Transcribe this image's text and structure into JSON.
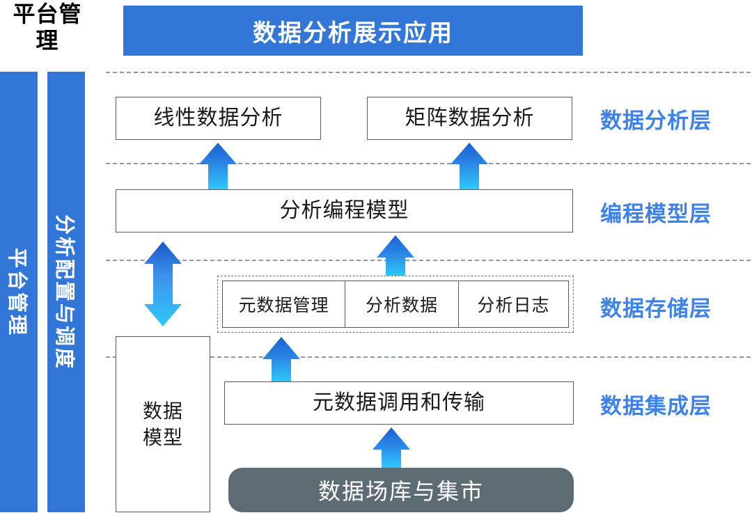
{
  "diagram": {
    "corner_title": "平台管理",
    "banner": {
      "label": "数据分析展示应用"
    },
    "rails": [
      {
        "label": "平台管理"
      },
      {
        "label": "分析配置与调度"
      }
    ],
    "layer_labels": [
      {
        "label": "数据分析层"
      },
      {
        "label": "编程模型层"
      },
      {
        "label": "数据存储层"
      },
      {
        "label": "数据集成层"
      }
    ],
    "analysis_boxes": [
      {
        "label": "线性数据分析"
      },
      {
        "label": "矩阵数据分析"
      }
    ],
    "programming_model": {
      "label": "分析编程模型"
    },
    "storage_cells": [
      {
        "label": "元数据管理"
      },
      {
        "label": "分析数据"
      },
      {
        "label": "分析日志"
      }
    ],
    "data_model": {
      "label": "数据\n模型",
      "line1": "数据",
      "line2": "模型"
    },
    "integration_box": {
      "label": "元数据调用和传输"
    },
    "source_pill": {
      "label": "数据场库与集市"
    },
    "colors": {
      "brand_blue": "#3277d8",
      "layer_label_blue": "#3c82e8",
      "arrow_top": "#1a62cf",
      "arrow_bottom": "#2ec8fa",
      "gray_pill": "#5d6b73",
      "box_border": "#595959",
      "separator": "#8f99a6",
      "white": "#ffffff",
      "text_dark": "#1a1a1a"
    }
  }
}
